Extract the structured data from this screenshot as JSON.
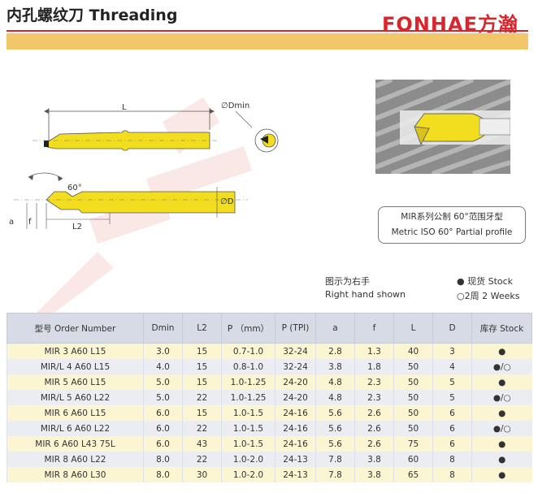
{
  "header": {
    "title": "内孔螺纹刀 Threading",
    "brand": "FONHAE方瀚",
    "brand_color": "#d9262c",
    "band_color": "#f2c76a"
  },
  "drawing": {
    "dim_L": "L",
    "dim_Dmin": "∅Dmin",
    "dim_angle": "60°",
    "dim_D": "∅D",
    "dim_a": "a",
    "dim_f": "f",
    "dim_L2": "L2",
    "tool_color": "#f2dd1e"
  },
  "profile": {
    "line1": "MIR系列公制 60°范围牙型",
    "line2": "Metric ISO 60° Partial profile"
  },
  "notes": {
    "hand_cn": "图示为右手",
    "hand_en": "Right hand shown",
    "stock": "● 现货 Stock",
    "weeks": "○2周 2 Weeks"
  },
  "table": {
    "headers": [
      "型号 Order Number",
      "Dmin",
      "L2",
      "P （mm）",
      "P (TPI)",
      "a",
      "f",
      "L",
      "D",
      "库存 Stock"
    ],
    "rows": [
      [
        "MIR 3 A60 L15",
        "3.0",
        "15",
        "0.7-1.0",
        "32-24",
        "2.8",
        "1.3",
        "40",
        "3",
        "●"
      ],
      [
        "MIR/L 4 A60 L15",
        "4.0",
        "15",
        "0.8-1.0",
        "32-24",
        "3.8",
        "1.8",
        "50",
        "4",
        "●/○"
      ],
      [
        "MIR 5 A60 L15",
        "5.0",
        "15",
        "1.0-1.25",
        "24-20",
        "4.8",
        "2.3",
        "50",
        "5",
        "●"
      ],
      [
        "MIR/L 5 A60 L22",
        "5.0",
        "22",
        "1.0-1.25",
        "24-20",
        "4.8",
        "2.3",
        "50",
        "5",
        "●/○"
      ],
      [
        "MIR 6 A60 L15",
        "6.0",
        "15",
        "1.0-1.5",
        "24-16",
        "5.6",
        "2.6",
        "50",
        "6",
        "●"
      ],
      [
        "MIR/L 6 A60 L22",
        "6.0",
        "22",
        "1.0-1.5",
        "24-16",
        "5.6",
        "2.6",
        "50",
        "6",
        "●/○"
      ],
      [
        "MIR 6 A60 L43 75L",
        "6.0",
        "43",
        "1.0-1.5",
        "24-16",
        "5.6",
        "2.6",
        "75",
        "6",
        "●"
      ],
      [
        "MIR 8 A60 L22",
        "8.0",
        "22",
        "1.0-2.0",
        "24-13",
        "7.8",
        "3.8",
        "60",
        "8",
        "●"
      ],
      [
        "MIR 8 A60 L30",
        "8.0",
        "30",
        "1.0-2.0",
        "24-13",
        "7.8",
        "3.8",
        "65",
        "8",
        "●"
      ]
    ]
  }
}
